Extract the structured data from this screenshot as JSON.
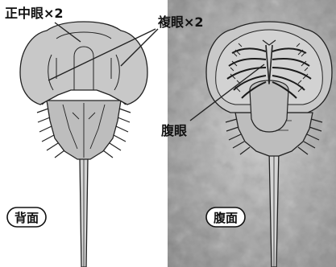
{
  "labels": {
    "median_eyes": "正中眼×2",
    "compound_eyes": "複眼×2",
    "ventral_eyes": "腹眼",
    "dorsal_side": "背面",
    "ventral_side": "腹面"
  },
  "colors": {
    "body_fill": "#c9c9c9",
    "outline": "#222222",
    "rock_light": "#d6d6d6",
    "rock_dark": "#8a8a8a"
  }
}
